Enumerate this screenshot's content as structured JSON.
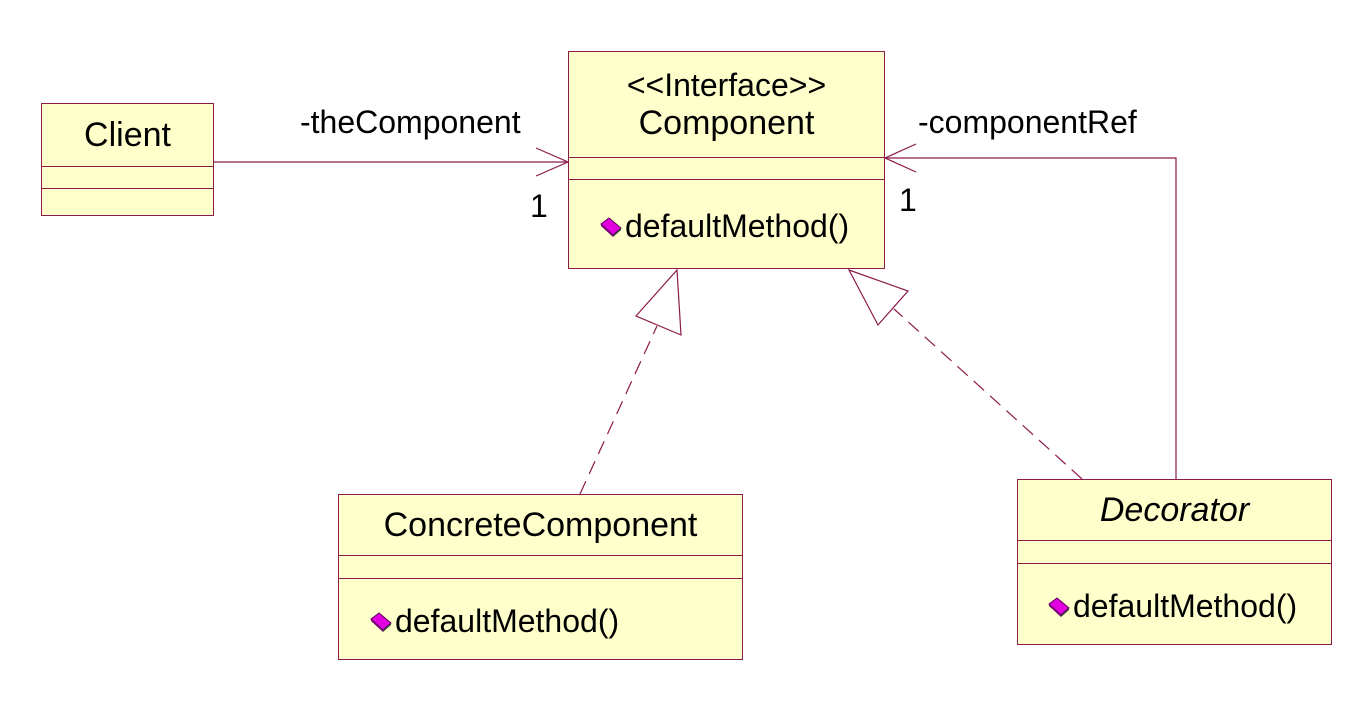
{
  "classes": {
    "client": {
      "name": "Client"
    },
    "component": {
      "stereotype": "<<Interface>>",
      "name": "Component",
      "operation": "defaultMethod()"
    },
    "concrete": {
      "name": "ConcreteComponent",
      "operation": "defaultMethod()"
    },
    "decorator": {
      "name": "Decorator",
      "operation": "defaultMethod()"
    }
  },
  "associations": {
    "client_to_component": {
      "role": "-theComponent",
      "multiplicity": "1"
    },
    "decorator_to_component": {
      "role": "-componentRef",
      "multiplicity": "1"
    }
  },
  "colors": {
    "box_fill": "#ffffcc",
    "line": "#8b1a4a",
    "operation_icon": "#e000e0"
  },
  "icons": {
    "operation": "public-operation-gem-icon"
  }
}
